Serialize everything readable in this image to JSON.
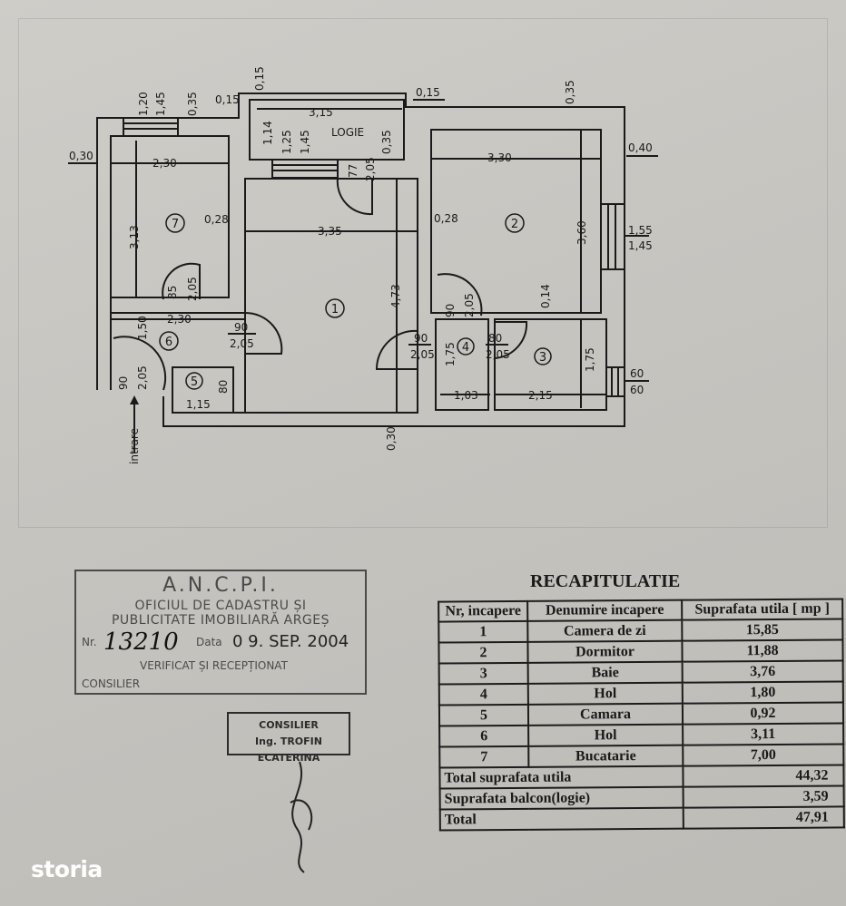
{
  "plan": {
    "logie_label": "LOGIE",
    "entry_label": "intrare",
    "rooms": [
      "1",
      "2",
      "3",
      "4",
      "5",
      "6",
      "7"
    ],
    "dims": [
      "1,20",
      "1,45",
      "0,35",
      "0,15",
      "0,15",
      "0,15",
      "0,35",
      "3,15",
      "1,14",
      "1,25",
      "1,45",
      "0,35",
      "77",
      "2,05",
      "0,30",
      "2,30",
      "3,13",
      "0,28",
      "3,35",
      "4,73",
      "85",
      "2,05",
      "2,30",
      "1,50",
      "90",
      "2,05",
      "90",
      "2,05",
      "1,15",
      "80",
      "0,30",
      "3,30",
      "0,40",
      "0,28",
      "3,60",
      "1,55",
      "1,45",
      "0,14",
      "90",
      "2,05",
      "90",
      "2,05",
      "1,75",
      "80",
      "2,05",
      "1,03",
      "2,15",
      "1,75",
      "60",
      "60"
    ]
  },
  "stamp_ancpi": {
    "title": "A.N.C.P.I.",
    "line1": "OFICIUL DE CADASTRU ȘI",
    "line2": "PUBLICITATE IMOBILIARĂ ARGEȘ",
    "nr_label": "Nr.",
    "nr_value": "13210",
    "date_label": "Data",
    "date_value": "0 9. SEP. 2004",
    "verified": "VERIFICAT ȘI RECEPȚIONAT",
    "consilier": "CONSILIER"
  },
  "stamp_consilier": {
    "line1": "CONSILIER",
    "line2": "Ing. TROFIN ECATERINA"
  },
  "recap": {
    "title": "RECAPITULATIE",
    "headers": [
      "Nr, incapere",
      "Denumire incapere",
      "Suprafata utila [ mp ]"
    ],
    "rows": [
      {
        "nr": "1",
        "name": "Camera de zi",
        "area": "15,85"
      },
      {
        "nr": "2",
        "name": "Dormitor",
        "area": "11,88"
      },
      {
        "nr": "3",
        "name": "Baie",
        "area": "3,76"
      },
      {
        "nr": "4",
        "name": "Hol",
        "area": "1,80"
      },
      {
        "nr": "5",
        "name": "Camara",
        "area": "0,92"
      },
      {
        "nr": "6",
        "name": "Hol",
        "area": "3,11"
      },
      {
        "nr": "7",
        "name": "Bucatarie",
        "area": "7,00"
      }
    ],
    "totals": [
      {
        "label": "Total suprafata utila",
        "value": "44,32"
      },
      {
        "label": "Suprafata balcon(logie)",
        "value": "3,59"
      },
      {
        "label": "Total",
        "value": "47,91"
      }
    ]
  },
  "watermark": "storia"
}
